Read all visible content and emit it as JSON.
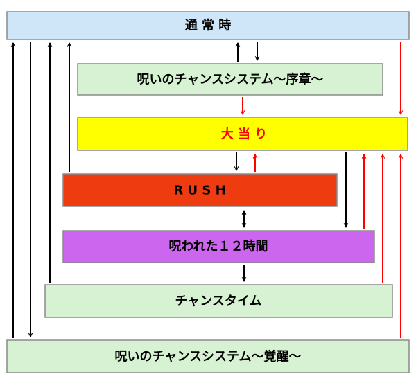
{
  "boxes": {
    "normal": {
      "label": "通 常 時",
      "fill": "#cfe6f8",
      "text_color": "#000000"
    },
    "curse_chance_prologue": {
      "label": "呪いのチャンスシステム～序章～",
      "fill": "#d6f2d2",
      "text_color": "#000000"
    },
    "jackpot": {
      "label": "大 当 り",
      "fill": "#ffff00",
      "text_color": "#ff0000"
    },
    "rush": {
      "label": "R U S H",
      "fill": "#ee3c10",
      "text_color": "#000000"
    },
    "cursed_12_hours": {
      "label": "呪われた１２時間",
      "fill": "#cc66ee",
      "text_color": "#000000"
    },
    "chance_time": {
      "label": "チャンスタイム",
      "fill": "#d6f2d2",
      "text_color": "#000000"
    },
    "curse_chance_awakening": {
      "label": "呪いのチャンスシステム～覚醒～",
      "fill": "#d6f2d2",
      "text_color": "#000000"
    }
  },
  "arrow_colors": {
    "black": "#000000",
    "red": "#ff0000"
  }
}
